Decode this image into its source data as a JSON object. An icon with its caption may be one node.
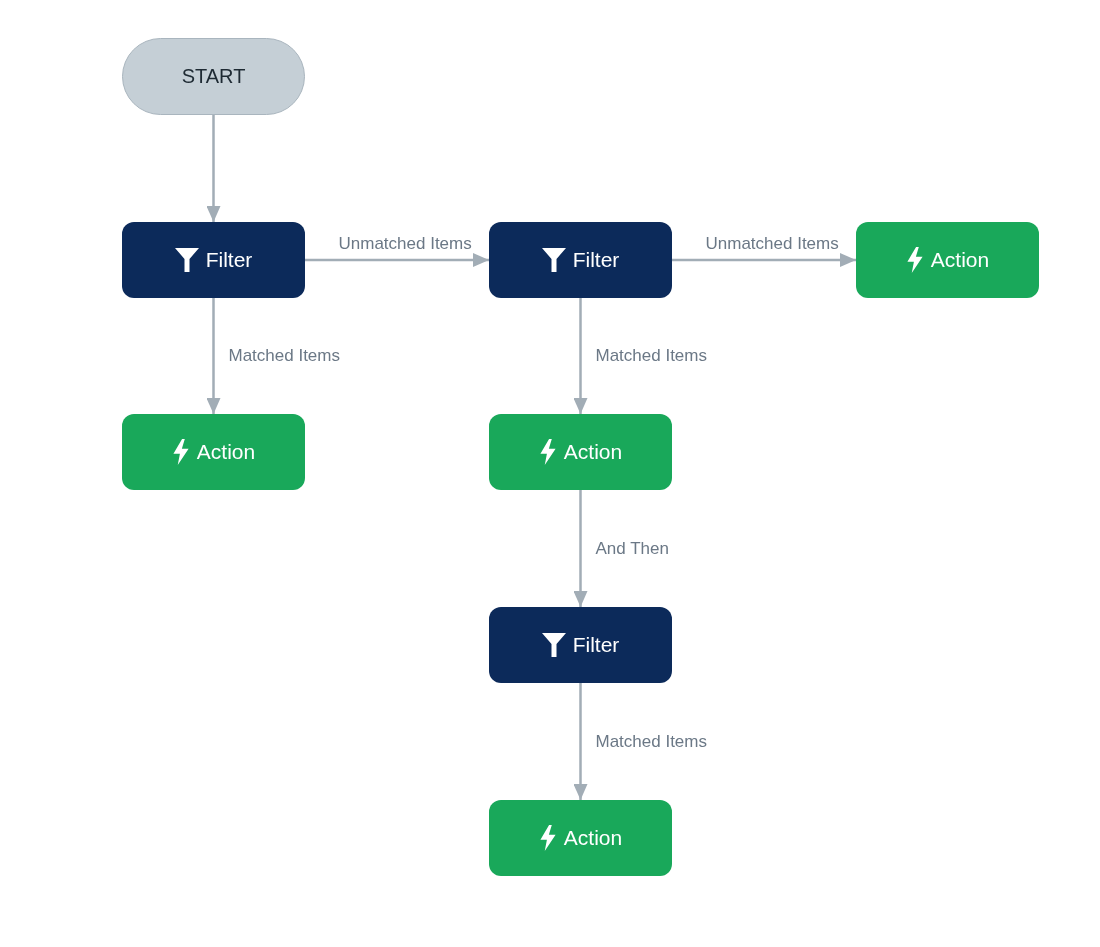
{
  "diagram": {
    "nodes": [
      {
        "text": [
          "START"
        ]
      },
      {
        "text": [
          "Filter"
        ]
      },
      {
        "text": [
          "Filter"
        ]
      },
      {
        "text": [
          "Action"
        ]
      },
      {
        "text": [
          "Action"
        ]
      },
      {
        "text": [
          "Action"
        ]
      },
      {
        "text": [
          "Filter"
        ]
      },
      {
        "text": [
          "Action"
        ]
      }
    ],
    "edges": [
      {
        "from": 0,
        "to": 1,
        "arrow": "to"
      },
      {
        "from": 1,
        "to": 2,
        "arrow": "to",
        "label": "Unmatched Items"
      },
      {
        "from": 2,
        "to": 3,
        "arrow": "to",
        "label": "Unmatched Items"
      },
      {
        "from": 1,
        "to": 4,
        "arrow": "to",
        "label": "Matched Items"
      },
      {
        "from": 2,
        "to": 5,
        "arrow": "to",
        "label": "Matched Items"
      },
      {
        "from": 5,
        "to": 6,
        "arrow": "to",
        "label": "And Then"
      },
      {
        "from": 6,
        "to": 7,
        "arrow": "to",
        "label": "Matched Items"
      }
    ]
  }
}
